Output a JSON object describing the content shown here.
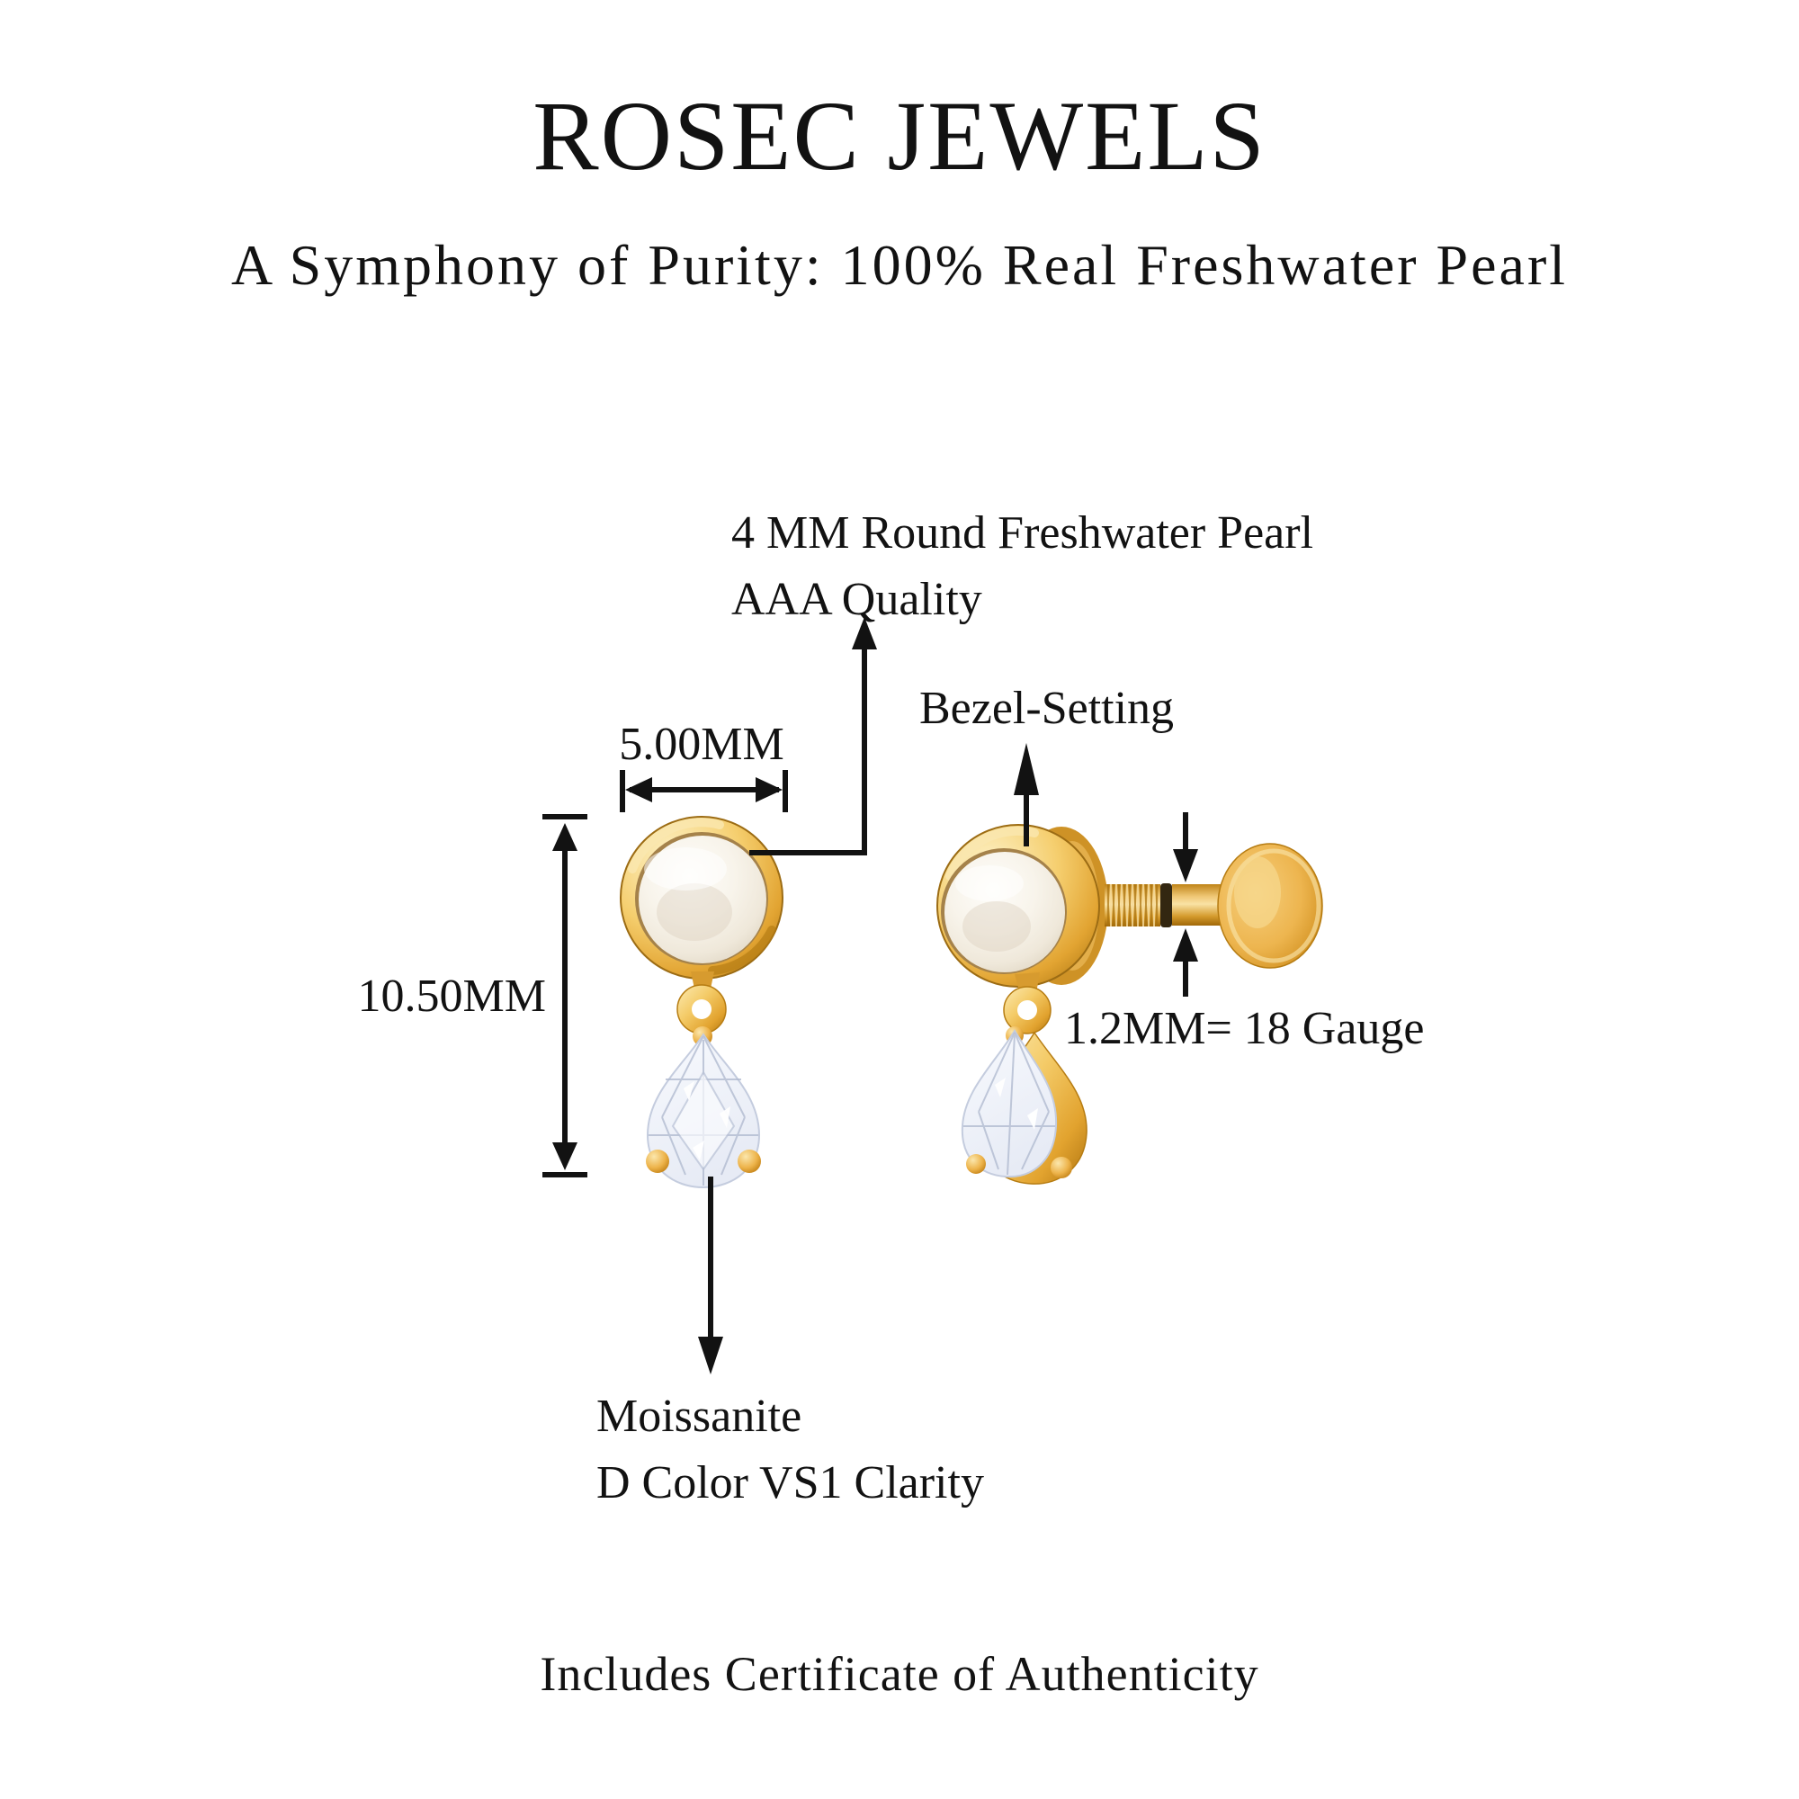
{
  "header": {
    "brand": "ROSEC JEWELS",
    "tagline": "A Symphony of Purity: 100% Real Freshwater Pearl"
  },
  "annotations": {
    "pearl_line1": "4 MM Round Freshwater Pearl",
    "pearl_line2": "AAA Quality",
    "bezel": "Bezel-Setting",
    "gauge": "1.2MM= 18 Gauge",
    "stone_line1": "Moissanite",
    "stone_line2": "D Color VS1 Clarity"
  },
  "dimensions": {
    "width": "5.00MM",
    "height": "10.50MM"
  },
  "footer": {
    "note": "Includes Certificate of Authenticity"
  },
  "colors": {
    "gold": "#E2A32F",
    "gold_light": "#FCEBB4",
    "gold_dark": "#AF7410",
    "pearl": "#F8F4EB",
    "stone_white": "#F3F6FB",
    "annotation_line": "#121212",
    "background": "#FFFFFF"
  }
}
